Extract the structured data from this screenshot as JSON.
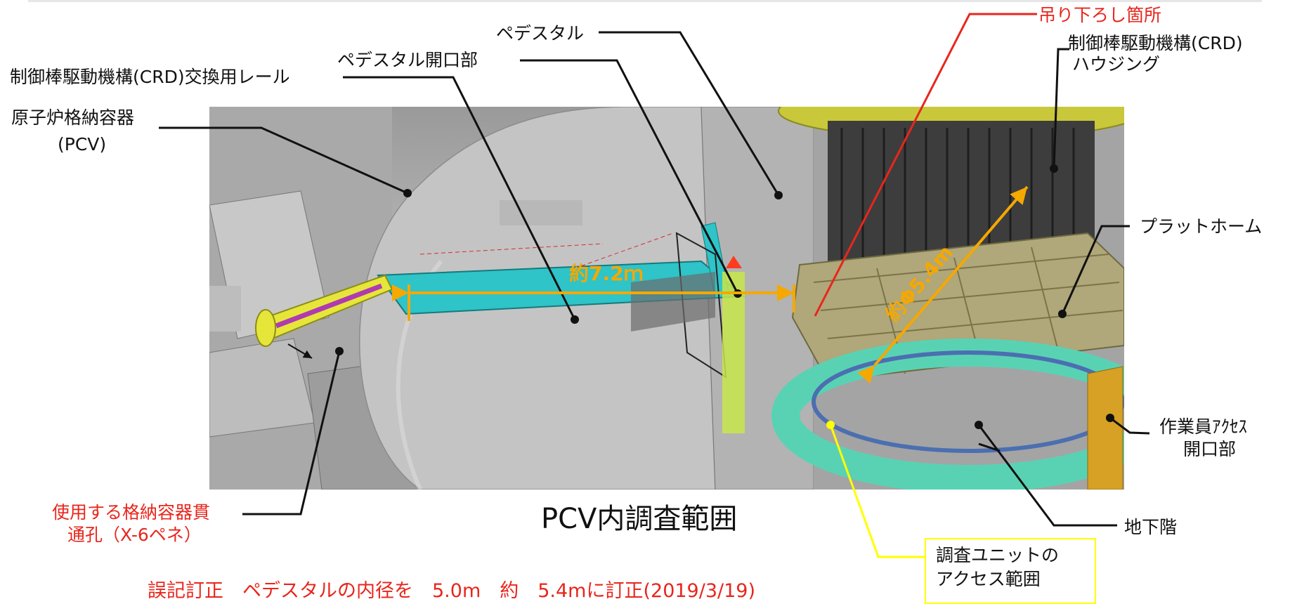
{
  "labels": {
    "drop_point": "吊り下ろし箇所",
    "crd_housing_line1": "制御棒駆動機構(CRD)",
    "crd_housing_line2": "ハウジング",
    "pedestal": "ペデスタル",
    "pedestal_opening": "ペデスタル開口部",
    "crd_rail": "制御棒駆動機構(CRD)交換用レール",
    "pcv_line1": "原子炉格納容器",
    "pcv_line2": "(PCV)",
    "platform": "プラットホーム",
    "worker_access_line1": "作業員ｱｸｾｽ",
    "worker_access_line2": "開口部",
    "basement": "地下階",
    "penetration_line1": "使用する格納容器貫",
    "penetration_line2": "通孔（X-6ペネ）",
    "unit_access_line1": "調査ユニットの",
    "unit_access_line2": "アクセス範囲"
  },
  "dimensions": {
    "length": "約7.2ｍ",
    "diameter": "約Φ5.4m"
  },
  "caption": "PCV内調査範囲",
  "correction_note": "誤記訂正　ペデスタルの内径を　5.0m　約　5.4mに訂正(2019/3/19)",
  "colors": {
    "accent_red": "#e8261c",
    "dimension_orange": "#f5a800",
    "rail_cyan": "#2ec4c8",
    "yellow_box": "#ffff00"
  }
}
